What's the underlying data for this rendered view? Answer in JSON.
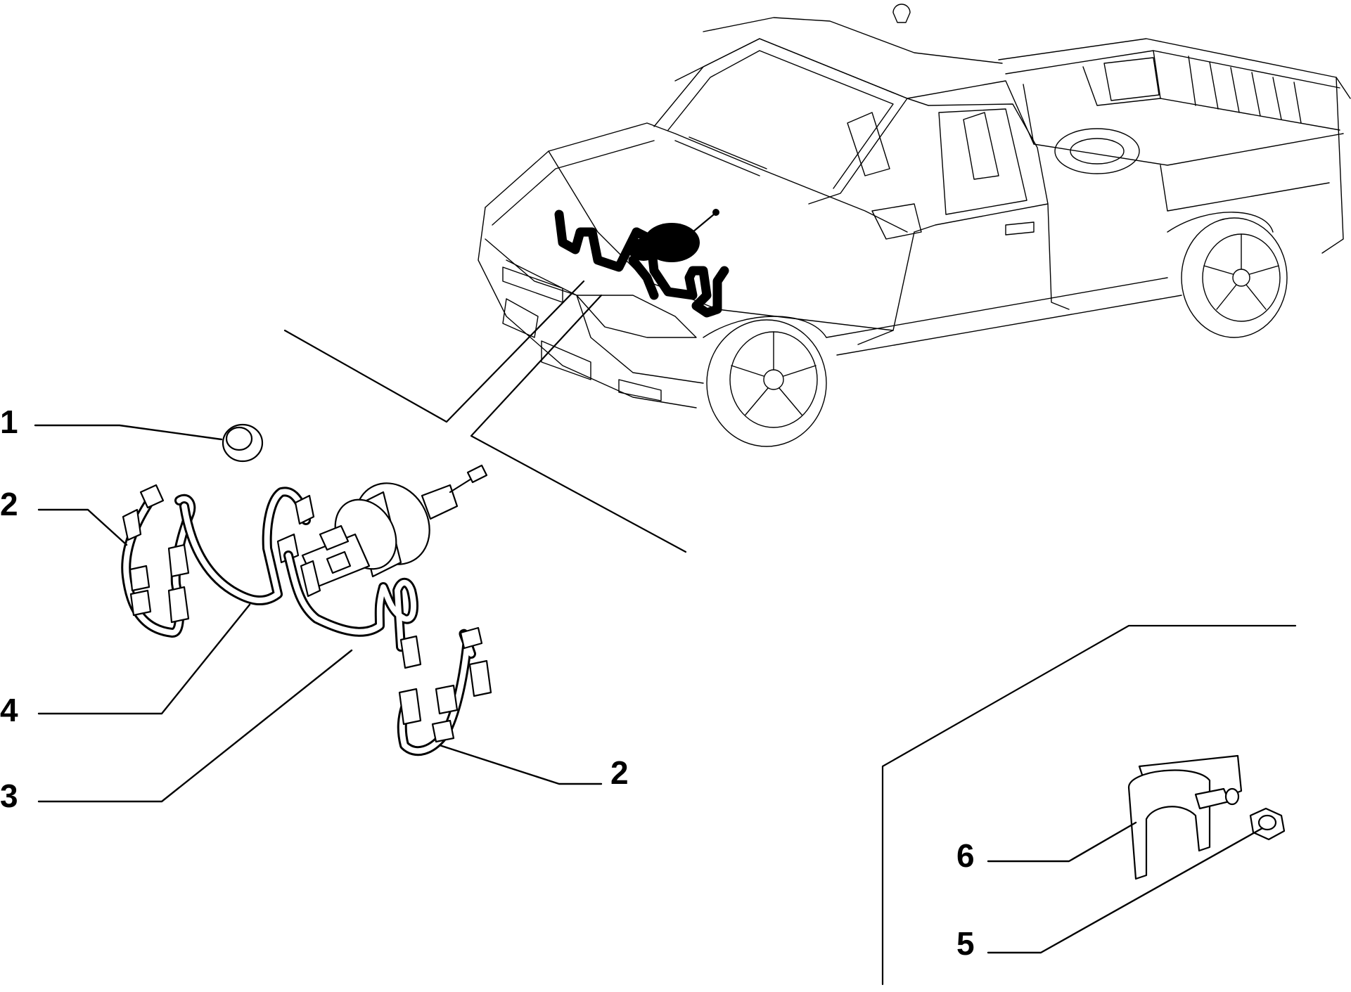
{
  "diagram": {
    "callouts": [
      {
        "id": "c1",
        "label": "1"
      },
      {
        "id": "c2a",
        "label": "2"
      },
      {
        "id": "c4",
        "label": "4"
      },
      {
        "id": "c3",
        "label": "3"
      },
      {
        "id": "c2b",
        "label": "2"
      },
      {
        "id": "c6",
        "label": "6"
      },
      {
        "id": "c5",
        "label": "5"
      }
    ],
    "colors": {
      "line": "#000000",
      "background": "#ffffff"
    }
  }
}
